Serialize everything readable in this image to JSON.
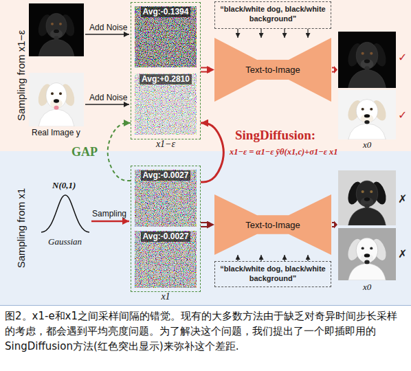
{
  "diagram": {
    "caption": "图2。x1-e和x1之间采样间隔的错觉。现有的大多数方法由于缺乏对奇异时间步长采样的考虑，都会遇到平均亮度问题。为了解决这个问题，我们提出了一个即插即用的SingDiffusion方法(红色突出显示)来弥补这个差距.",
    "nodes": [
      {
        "text": [
          "Sampling from x1−ε"
        ]
      },
      {
        "text": [
          "x1−ε"
        ],
        "in": 0
      },
      {
        "text": [
          "Avg:-0.1394"
        ],
        "in": 1
      },
      {
        "text": [
          "Avg:+0.2810"
        ],
        "in": 1
      },
      {
        "text": [
          "“black/white dog, black/white background”"
        ],
        "in": 0
      },
      {
        "text": [
          "Text-to-Image"
        ],
        "in": 0
      },
      {
        "text": [
          "Sampling from x1"
        ]
      },
      {
        "text": [
          "x1"
        ],
        "in": 6
      },
      {
        "text": [
          "Avg:-0.0027"
        ],
        "in": 7
      },
      {
        "text": [
          "Avg:-0.0027"
        ],
        "in": 7
      },
      {
        "text": [
          "Text-to-Image"
        ],
        "in": 6
      },
      {
        "text": [
          "“black/white dog, black/white background”"
        ],
        "in": 6
      }
    ],
    "edges": [
      {
        "from": 1,
        "to": 5,
        "arrow": "to"
      },
      {
        "from": 4,
        "to": 5,
        "arrow": "to"
      },
      {
        "from": 7,
        "to": 1,
        "label": "GAP",
        "arrow": "to"
      },
      {
        "from": 7,
        "to": 1,
        "label": "SingDiffusion:",
        "arrow": "to"
      },
      {
        "from": 7,
        "to": 10,
        "arrow": "to"
      },
      {
        "from": 11,
        "to": 10,
        "arrow": "to"
      }
    ],
    "labels": [
      "Add Noise",
      "Add Noise",
      "Real Image y",
      "✓",
      "✓",
      "x0",
      "x1−ε = α1−ε ȳθ(x1,c)+σ1−ε x1",
      "N(0,1)",
      "Sampling",
      "Gaussian",
      "✗",
      "✗",
      "x0"
    ]
  }
}
